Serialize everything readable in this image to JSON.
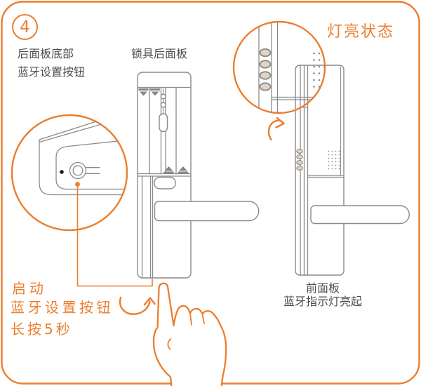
{
  "step": {
    "number": "4"
  },
  "labels": {
    "back_panel_bottom_line1": "后面板底部",
    "back_panel_bottom_line2": "蓝牙设置按钮",
    "lock_back_panel": "锁具后面板",
    "light_on_status": "灯亮状态",
    "front_panel_line1": "前面板",
    "front_panel_line2": "蓝牙指示灯亮起"
  },
  "annotations": {
    "activate_line1": "启动",
    "activate_line2": "蓝牙设置按钮",
    "activate_line3": "长按5秒"
  },
  "colors": {
    "accent_orange": "#EC7E2E",
    "line_gray": "#8A8A8A",
    "text_gray": "#4D4D4D",
    "led_fill": "#DDD5CA",
    "contact_gray": "#868686",
    "dot_black": "#1C1C1C"
  },
  "icons": {
    "left_magnifier": "detail-zoom-circle",
    "right_magnifier": "detail-zoom-circle",
    "pointing_hand": "press-gesture-hand",
    "curved_arrows": "curved-up-arrow",
    "bluetooth_button": "recessed-round-button",
    "indicator_leds": "led-light-column",
    "speaker": "speaker-hole-grid"
  }
}
